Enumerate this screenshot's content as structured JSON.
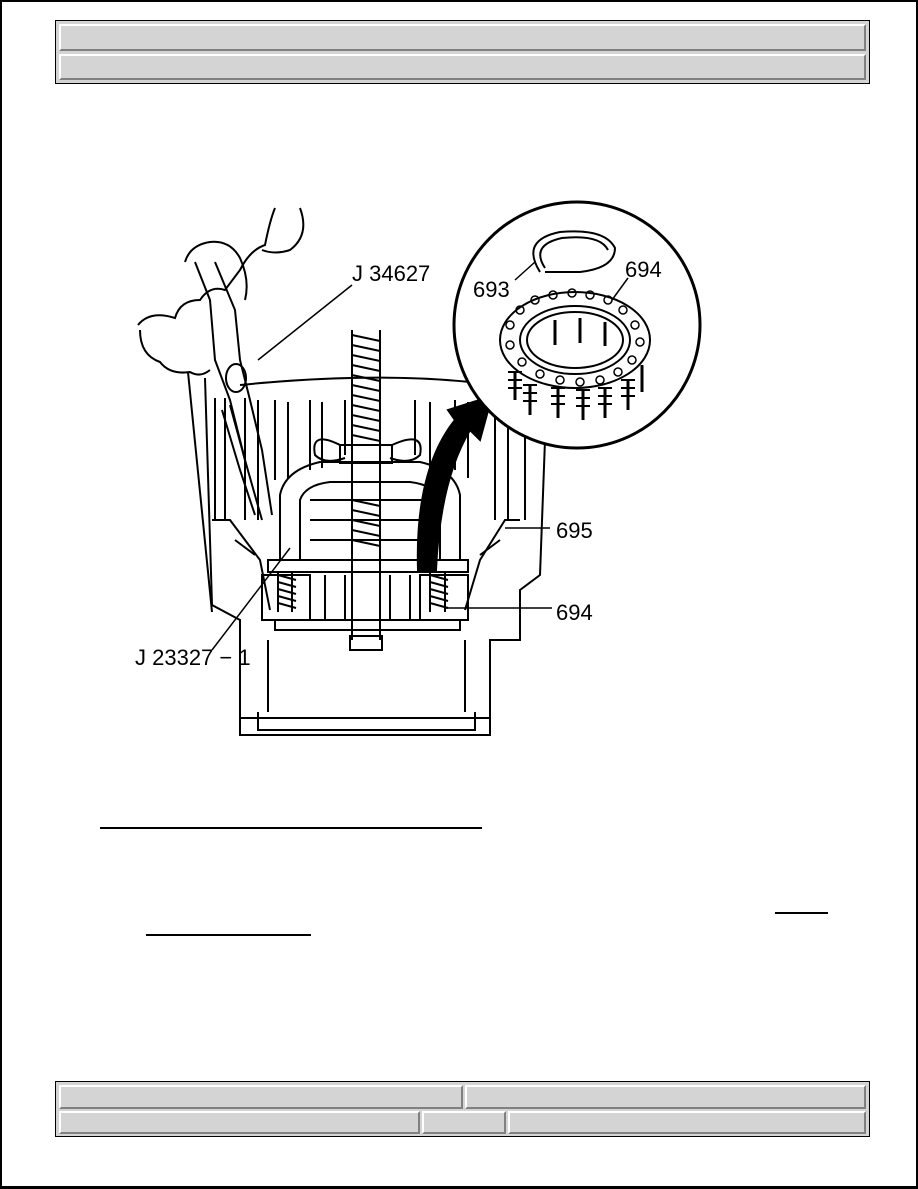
{
  "header": {
    "row1": "",
    "row2": ""
  },
  "figure": {
    "callouts": {
      "tool_pliers": "J 34627",
      "tool_compressor": "J 23327 − 1",
      "snap_ring": "693",
      "spring_assembly_detail": "694",
      "housing": "695",
      "spring_assembly": "694"
    }
  },
  "body_text": {
    "heading_link": "",
    "ref_link_a": "",
    "ref_link_b": ""
  },
  "footer": {
    "left_top": "",
    "right_top": "",
    "left_bottom": "",
    "middle_bottom": "",
    "right_bottom": ""
  },
  "colors": {
    "frame_gray": "#d4d4d4",
    "ink": "#000000"
  }
}
